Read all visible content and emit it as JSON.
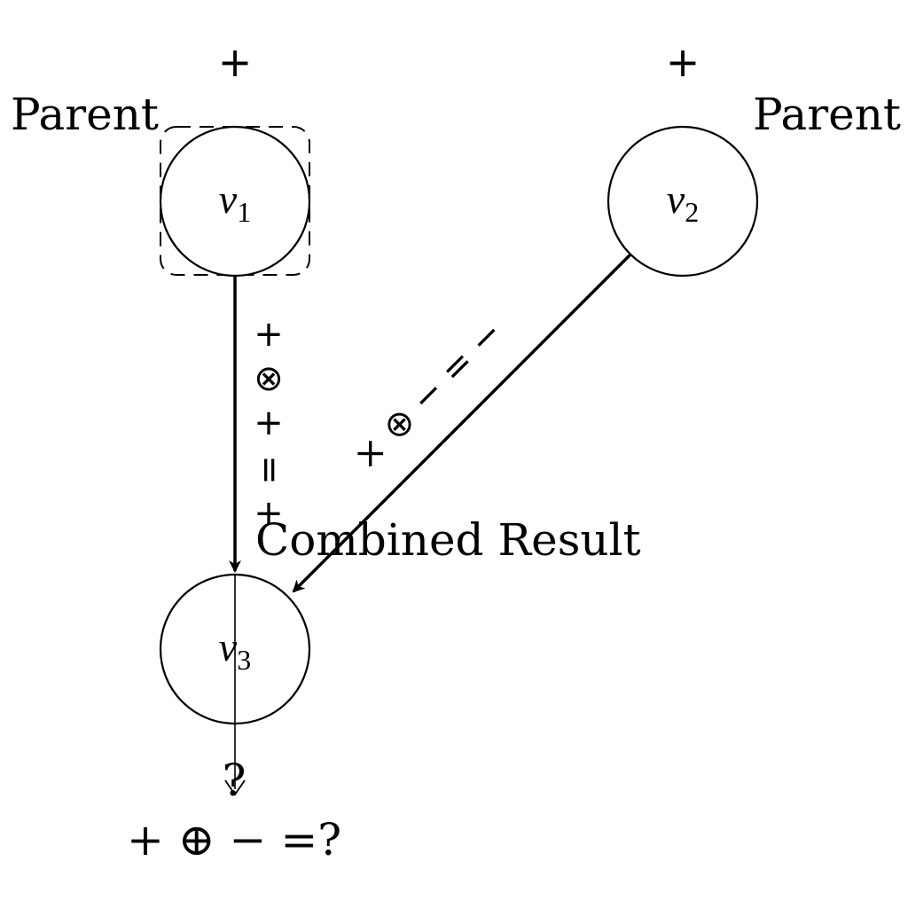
{
  "nodes": {
    "v1": {
      "base": "v",
      "sub": "1"
    },
    "v2": {
      "base": "v",
      "sub": "2"
    },
    "v3": {
      "base": "v",
      "sub": "3"
    }
  },
  "labels": {
    "v1_sign": "+",
    "v2_sign": "+",
    "v1_parent": "Parent",
    "v2_parent": "Parent",
    "combined": "Combined Result",
    "output": "+ ⊕ − =?",
    "output_mark": "?"
  },
  "edges": {
    "v1_to_v3": [
      "+",
      "⊗",
      "+",
      "=",
      "+"
    ],
    "v2_to_v3": "× ⊕ − = −"
  },
  "colors": {
    "stroke": "#000000",
    "background": "#ffffff"
  }
}
